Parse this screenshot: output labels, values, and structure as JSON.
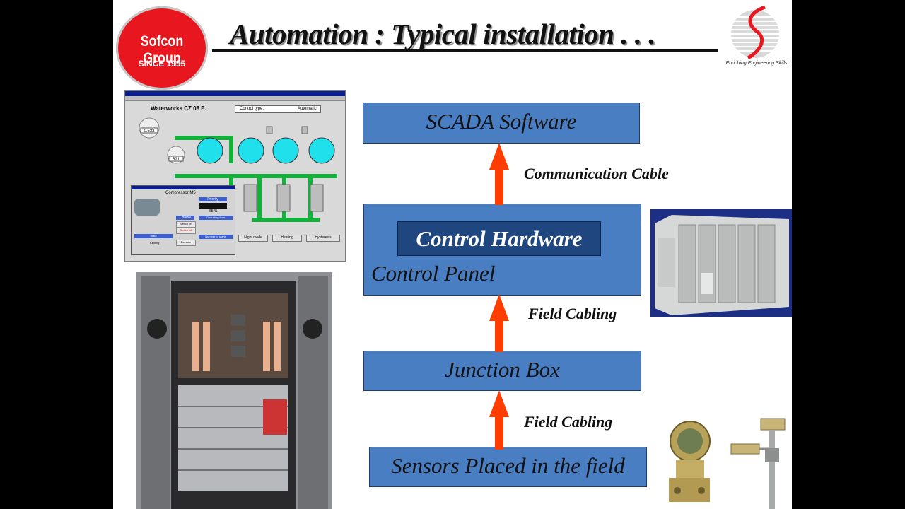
{
  "title": "Automation : Typical installation  . . .",
  "logo": {
    "line1": "Sofcon Group",
    "line2": "SINCE 1995"
  },
  "right_logo": {
    "tagline": "Enriching Engineering Skills"
  },
  "scada_screen": {
    "title": "Waterworks CZ 08 E.",
    "control_type_label": "Control type:",
    "control_type_value": "Automatic",
    "value1": "0.532",
    "value2": "621",
    "compressor_title": "Compressor M5",
    "priority_label": "Priority",
    "priority_value": "65 %",
    "control_label": "Control",
    "switch_on": "Switch on",
    "switch_off": "Switch off",
    "execute": "Execute",
    "operating_time": "Operating time",
    "number_of_starts": "Number of starts",
    "state": "State",
    "state_value": "running",
    "buttons": [
      "Night mode",
      "Heating",
      "Hysteresis"
    ]
  },
  "diagram": {
    "scada": "SCADA Software",
    "communication_cable": "Communication Cable",
    "control_hardware": "Control Hardware",
    "control_panel": "Control Panel",
    "field_cabling_1": "Field Cabling",
    "junction_box": "Junction Box",
    "field_cabling_2": "Field Cabling",
    "sensors": "Sensors Placed in the field"
  },
  "colors": {
    "box": "#4a7ec3",
    "inner_box": "#20467f",
    "arrow": "#ff3d00",
    "logo_red": "#e8171f"
  }
}
